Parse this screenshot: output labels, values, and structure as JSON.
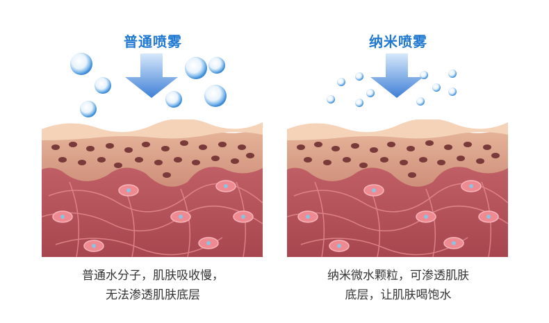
{
  "left_panel": {
    "title": "普通喷雾",
    "caption_line1": "普通水分子，肌肤吸收慢，",
    "caption_line2": "无法渗透肌肤底层"
  },
  "right_panel": {
    "title": "纳米喷雾",
    "caption_line1": "纳米微水颗粒，可渗透肌肤",
    "caption_line2": "底层，让肌肤喝饱水"
  },
  "colors": {
    "title": "#1f78d1",
    "arrow": "#3f7fd6",
    "droplet": "#5aa6e8",
    "skin_top": "#f2c9a8",
    "epidermis": "#d9a184",
    "dermis": "#b8575f",
    "cell": "#e8707c"
  }
}
